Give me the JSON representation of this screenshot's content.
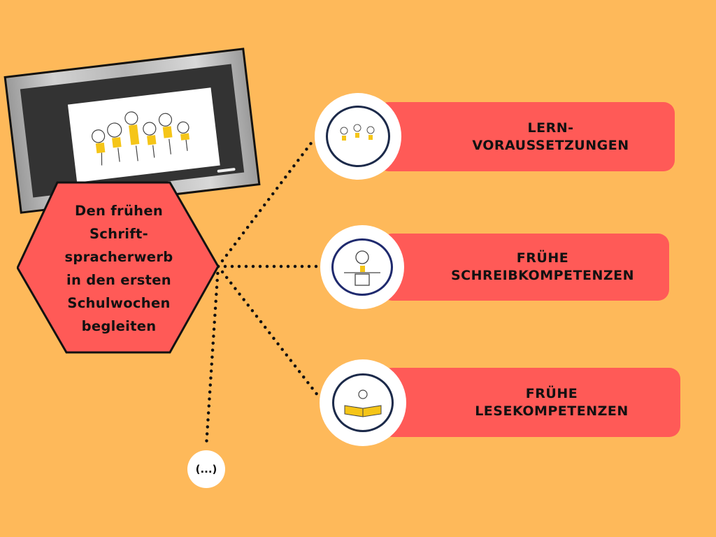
{
  "center": {
    "text_lines": [
      "Den frühen",
      "Schrift-",
      "spracherwerb",
      "in den ersten",
      "Schulwochen",
      "begleiten"
    ]
  },
  "branches": [
    {
      "line1": "LERN-",
      "line2": "VORAUSSETZUNGEN",
      "icon": "jumping-children-icon"
    },
    {
      "line1": "FRÜHE",
      "line2": "SCHREIBKOMPETENZEN",
      "icon": "child-writing-icon"
    },
    {
      "line1": "FRÜHE",
      "line2": "LESEKOMPETENZEN",
      "icon": "child-reading-book-icon"
    }
  ],
  "more": {
    "label": "(...)"
  },
  "colors": {
    "background": "#FEB95A",
    "accent": "#FF5A57",
    "yellow": "#F5C518"
  }
}
